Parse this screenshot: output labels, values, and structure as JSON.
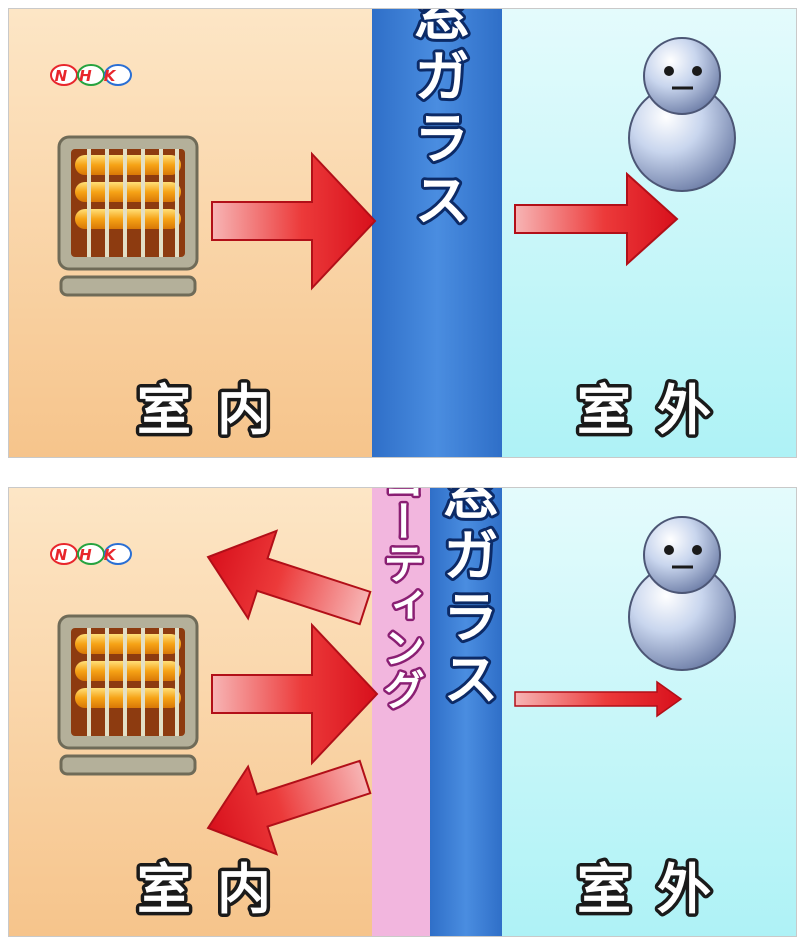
{
  "logo": "NHK",
  "top_panel": {
    "indoor_label": "室内",
    "outdoor_label": "室外",
    "glass_label": "窓ガラス"
  },
  "bottom_panel": {
    "indoor_label": "室内",
    "outdoor_label": "室外",
    "glass_label": "窓ガラス",
    "coating_label": "コーティング"
  },
  "colors": {
    "indoor_bg": "#f9cf9b",
    "outdoor_bg": "#bff6f8",
    "glass": "#3a7fd6",
    "coating": "#f2b6de",
    "arrow": "#e0202a"
  },
  "icons": [
    "heater-icon",
    "snowman-icon",
    "arrow-icon"
  ]
}
